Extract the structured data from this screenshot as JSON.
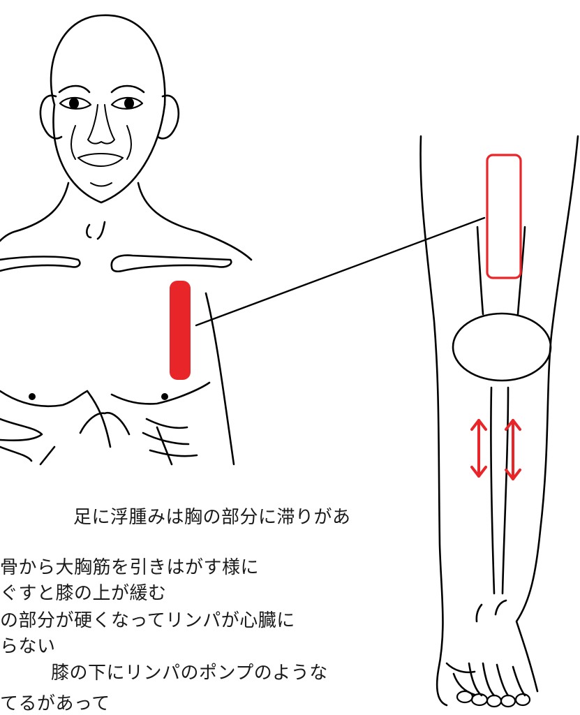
{
  "colors": {
    "line": "#000000",
    "highlight": "#e8262a",
    "background": "#ffffff"
  },
  "text_lines": [
    "足に浮腫みは胸の部分に滞りがあ",
    "骨から大胸筋を引きはがす様に",
    "ぐすと膝の上が緩む",
    "の部分が硬くなってリンパが心臓に",
    "らない",
    "膝の下にリンパのポンプのような",
    "てるがあって"
  ]
}
